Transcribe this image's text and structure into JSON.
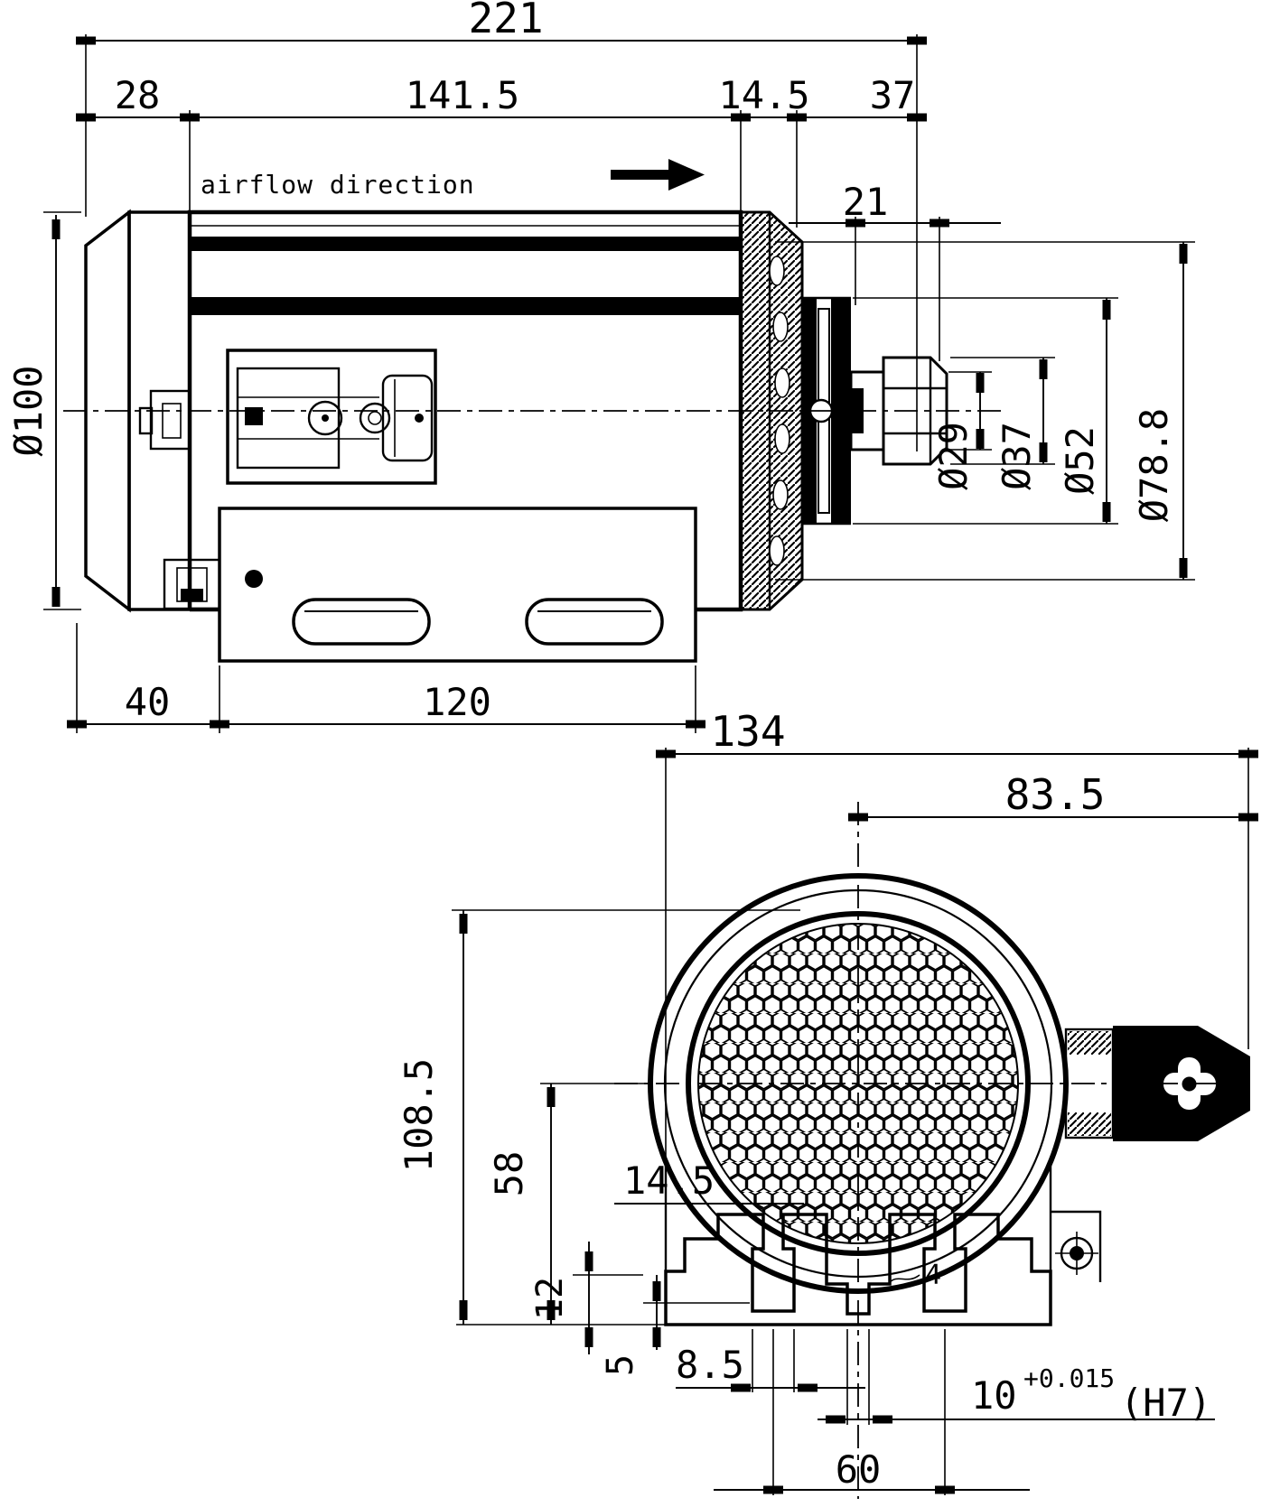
{
  "side_view": {
    "airflow_label": "airflow direction",
    "dims": {
      "overall_length": "221",
      "rear_section": "28",
      "body_length": "141.5",
      "fan_section": "14.5",
      "front_section": "37",
      "shaft_protrusion": "21",
      "base_offset": "40",
      "base_length": "120",
      "housing_diameter": "Ø100",
      "shaft_diameter": "Ø29",
      "collet_nut_diameter": "Ø37",
      "seal_diameter": "Ø52",
      "front_end_diameter": "Ø78.8"
    }
  },
  "front_view": {
    "dims": {
      "overall_width": "134",
      "center_to_connector": "83.5",
      "overall_height": "108.5",
      "axis_height": "58",
      "pad_width": "14.5",
      "foot_height": "12",
      "rib_height": "5",
      "slot_width": "8.5",
      "keyway_width": "10",
      "keyway_tolerance": "+0.015",
      "keyway_fit": "(H7)",
      "slot_spacing": "60",
      "grille_inset": "4"
    }
  }
}
